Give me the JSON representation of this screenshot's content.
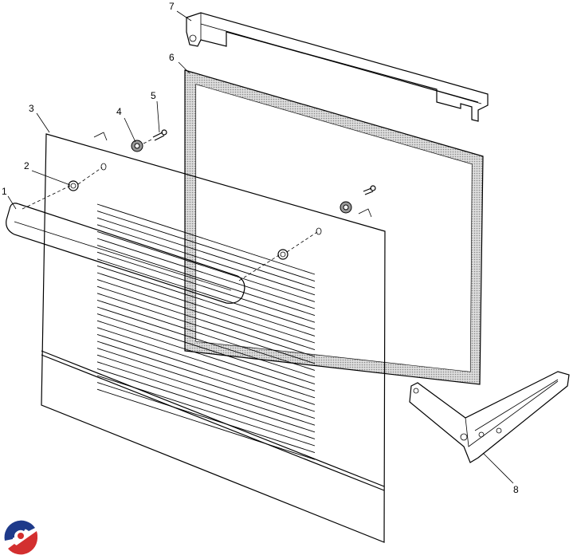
{
  "diagram": {
    "type": "exploded parts diagram",
    "callouts": [
      "1",
      "2",
      "3",
      "4",
      "5",
      "6",
      "7",
      "8"
    ]
  },
  "colors": {
    "line": "#000000",
    "glass_fill": "#c8c8c8",
    "logo_blue": "#1e3a8a",
    "logo_red": "#d32f2f"
  }
}
